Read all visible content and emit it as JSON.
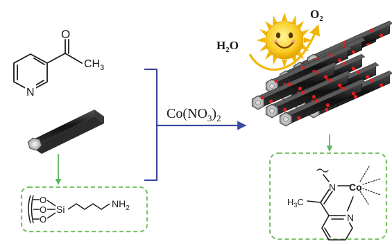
{
  "colors": {
    "bond": "#1a1a1a",
    "bracket": "#3b4aa0",
    "arrow": "#3b4aa0",
    "green_arrow": "#5cb85c",
    "dashed_box": "#7cc36a",
    "rod_body": "#1f1f1f",
    "rod_cap": "#8a8a8a",
    "dot": "#e02020",
    "sun": "#f6c21c",
    "sun_face": "#7a4a00",
    "swoosh": "#f2b705"
  },
  "molecule_top": {
    "carbonyl_O": "O",
    "ring_N": "N",
    "methyl": "CH",
    "methyl_sub": "3"
  },
  "linker_box": {
    "o1": "O",
    "o2": "O",
    "o3": "O",
    "si": "Si",
    "amine": "NH",
    "amine_sub": "2"
  },
  "reagent": {
    "base": "Co(NO",
    "sub": "3",
    "close": ")",
    "outer_sub": "2"
  },
  "water": {
    "h": "H",
    "sub": "2",
    "o": "O"
  },
  "oxygen": {
    "o": "O",
    "sub": "2"
  },
  "complex_box": {
    "methyl": "H",
    "methyl_sub": "3",
    "methyl_c": "C",
    "imine_N": "N",
    "metal": "Co",
    "ring_N": "N"
  },
  "icons": [
    "sun-icon",
    "mesoporous-rod-icon",
    "reaction-arrow-icon"
  ]
}
